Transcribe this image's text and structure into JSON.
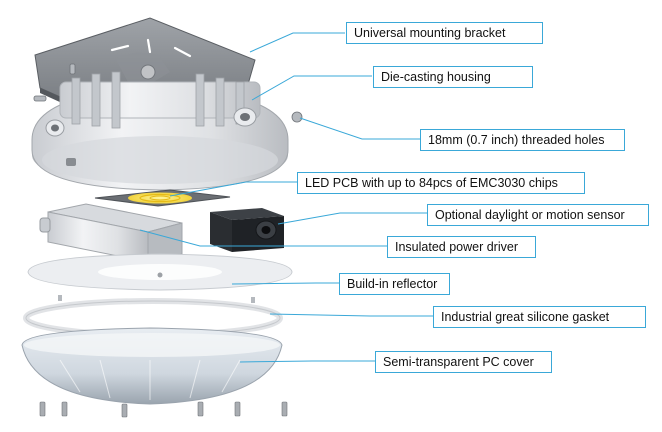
{
  "diagram": {
    "accent_color": "#3aa8d8",
    "callouts": {
      "bracket": "Universal mounting bracket",
      "housing": "Die-casting housing",
      "holes": "18mm (0.7 inch) threaded holes",
      "pcb": "LED PCB with up to 84pcs of EMC3030 chips",
      "sensor": "Optional daylight or motion sensor",
      "driver": "Insulated power driver",
      "reflector": "Build-in reflector",
      "gasket": "Industrial great silicone gasket",
      "cover": "Semi-transparent PC cover"
    }
  }
}
